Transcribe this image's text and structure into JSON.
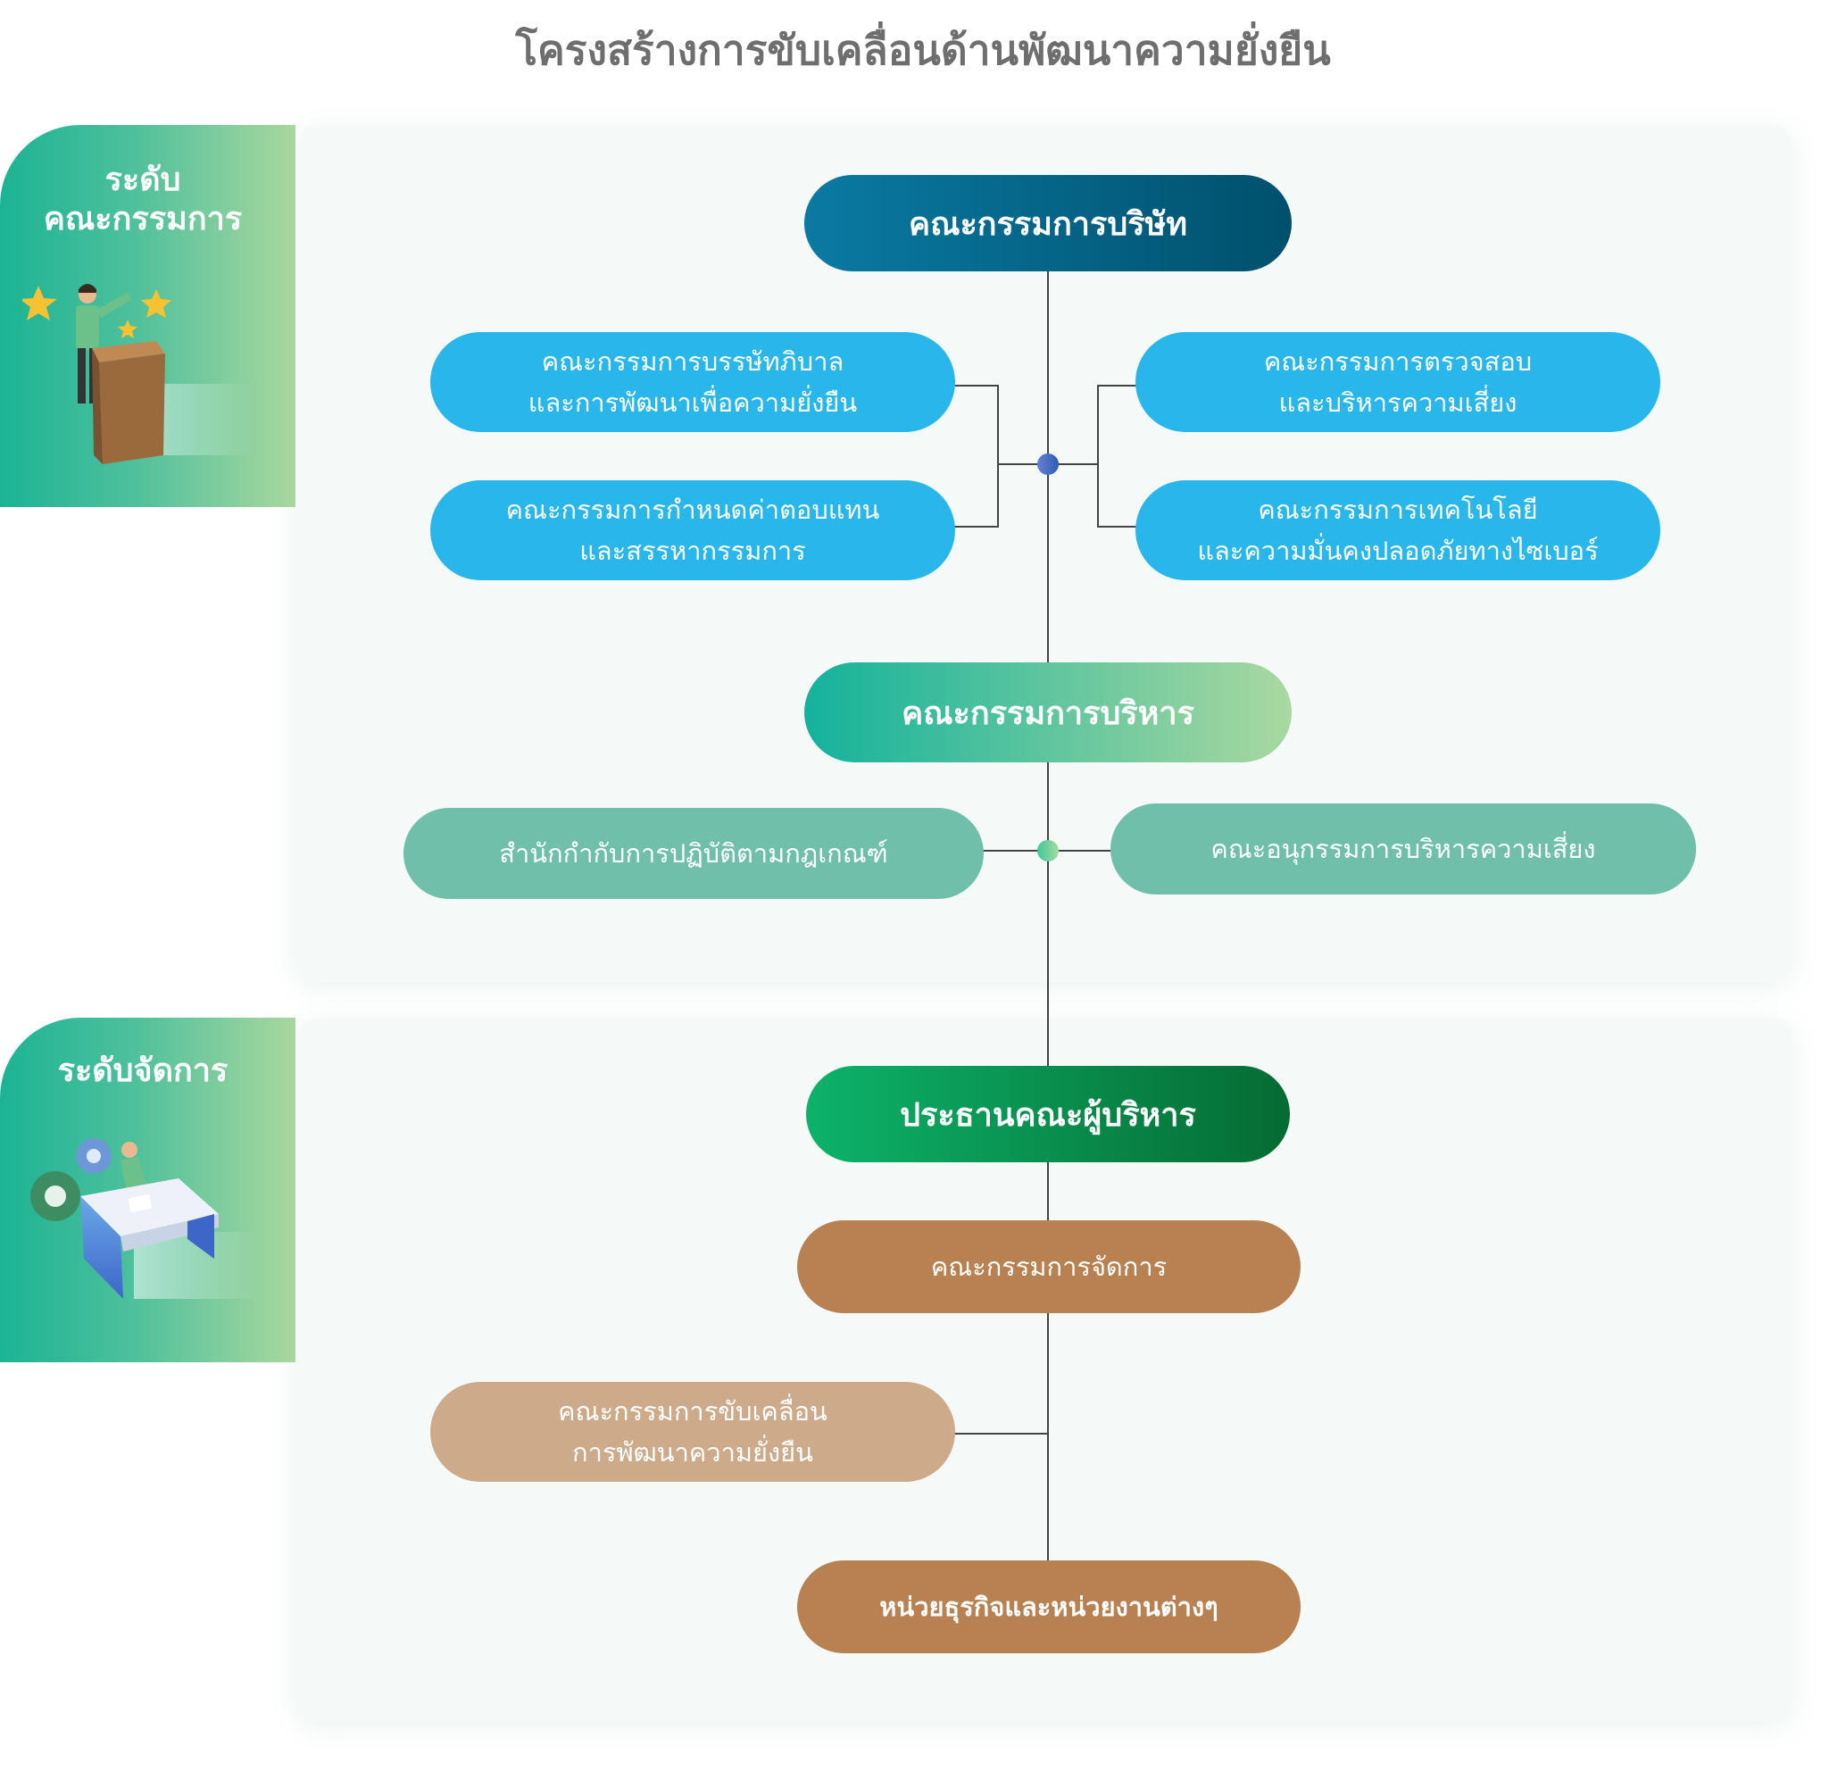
{
  "title": "โครงสร้างการขับเคลื่อนด้านพัฒนาความยั่งยืน",
  "levels": {
    "board": {
      "label_line1": "ระดับ",
      "label_line2": "คณะกรรมการ",
      "icon": "speaker-podium-illustration"
    },
    "management": {
      "label": "ระดับจัดการ",
      "icon": "gears-desk-illustration"
    }
  },
  "nodes": {
    "board_of_directors": "คณะกรรมการบริษัท",
    "governance_committee": {
      "line1": "คณะกรรมการบรรษัทภิบาล",
      "line2": "และการพัฒนาเพื่อความยั่งยืน"
    },
    "remuneration_committee": {
      "line1": "คณะกรรมการกำหนดค่าตอบแทน",
      "line2": "และสรรหากรรมการ"
    },
    "audit_committee": {
      "line1": "คณะกรรมการตรวจสอบ",
      "line2": "และบริหารความเสี่ยง"
    },
    "technology_committee": {
      "line1": "คณะกรรมการเทคโนโลยี",
      "line2": "และความมั่นคงปลอดภัยทางไซเบอร์"
    },
    "executive_committee": "คณะกรรมการบริหาร",
    "compliance_office": "สำนักกำกับการปฏิบัติตามกฎเกณฑ์",
    "risk_subcommittee": "คณะอนุกรรมการบริหารความเสี่ยง",
    "ceo": "ประธานคณะผู้บริหาร",
    "management_committee": "คณะกรรมการจัดการ",
    "sustainability_committee": {
      "line1": "คณะกรรมการขับเคลื่อน",
      "line2": "การพัฒนาความยั่งยืน"
    },
    "business_units": "หน่วยธุรกิจและหน่วยงานต่างๆ"
  },
  "colors": {
    "board_of_directors": "#005f80",
    "sub_committee": "#29b6ea",
    "executive": "#17b59b",
    "executive_sub": "#6fbfab",
    "ceo": "#0c8a4a",
    "management": "#b78151",
    "management_sub": "#cdaa89",
    "connector": "#444444"
  }
}
